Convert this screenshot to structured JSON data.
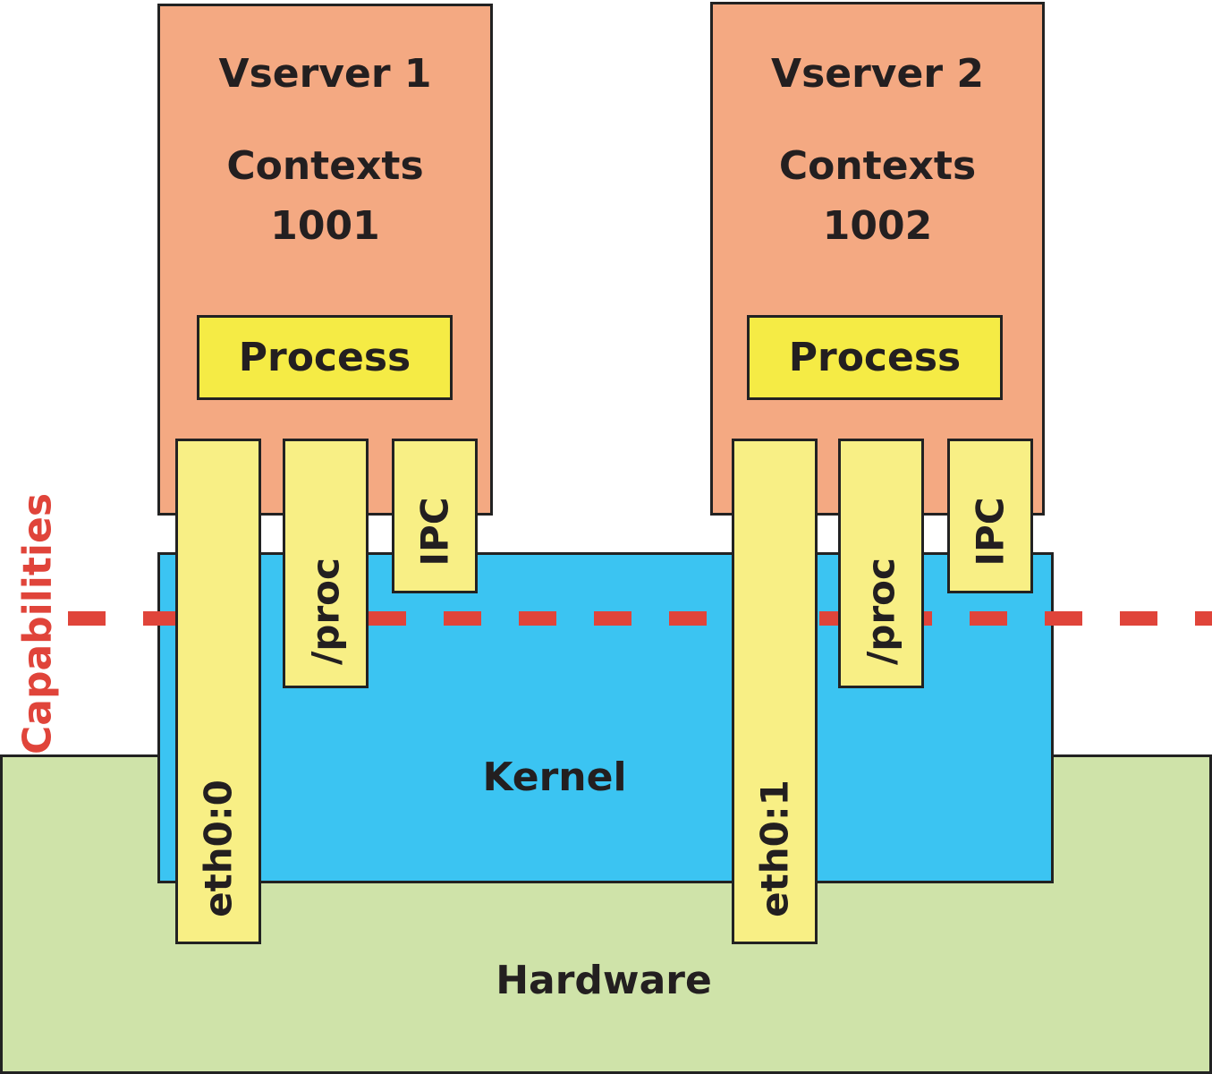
{
  "colors": {
    "vserver": "#f4a982",
    "process": "#f5eb45",
    "resource": "#f8ef85",
    "kernel": "#3bc4f2",
    "hardware": "#cfe3a9",
    "capabilities": "#e0443a",
    "text": "#231f20"
  },
  "hardware": {
    "label": "Hardware"
  },
  "kernel": {
    "label": "Kernel"
  },
  "capabilities": {
    "label": "Capabilities"
  },
  "vserver1": {
    "title": "Vserver 1",
    "contexts_label": "Contexts",
    "context_id": "1001",
    "process_label": "Process",
    "eth_label": "eth0:0",
    "proc_label": "/proc",
    "ipc_label": "IPC"
  },
  "vserver2": {
    "title": "Vserver 2",
    "contexts_label": "Contexts",
    "context_id": "1002",
    "process_label": "Process",
    "eth_label": "eth0:1",
    "proc_label": "/proc",
    "ipc_label": "IPC"
  }
}
